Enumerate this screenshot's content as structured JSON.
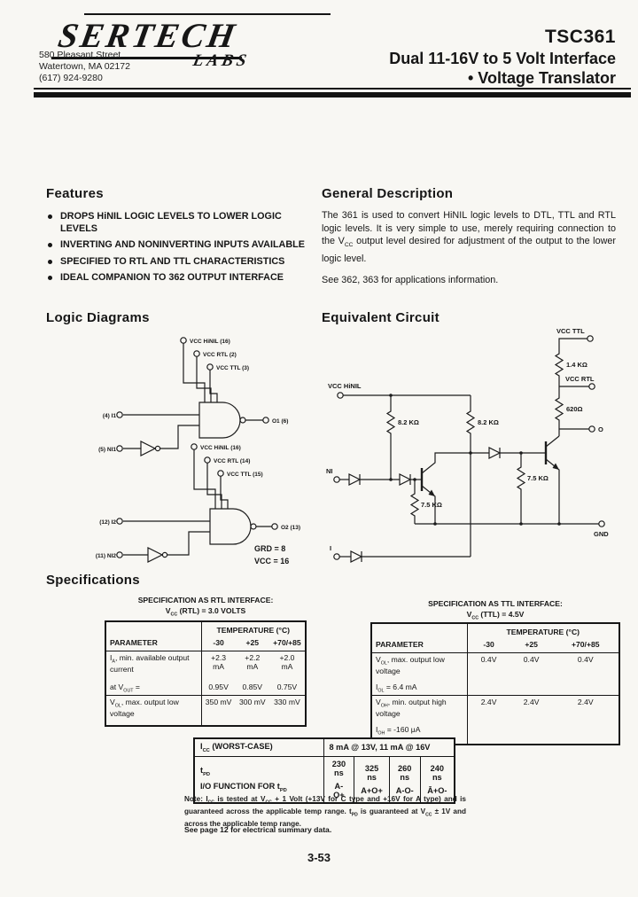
{
  "header": {
    "logo_text": "SERTECH",
    "logo_sub": "LABS",
    "address_line1": "580 Pleasant Street",
    "address_line2": "Watertown, MA  02172",
    "address_line3": "(617) 924-9280",
    "part_number": "TSC361",
    "title_line1": "Dual 11-16V to 5 Volt Interface",
    "title_line2": "• Voltage Translator"
  },
  "features": {
    "heading": "Features",
    "items": [
      "DROPS HiNIL LOGIC LEVELS TO LOWER LOGIC LEVELS",
      "INVERTING AND NONINVERTING INPUTS AVAILABLE",
      "SPECIFIED TO RTL AND TTL CHARACTERISTICS",
      "IDEAL COMPANION TO 362 OUTPUT INTERFACE"
    ]
  },
  "general_description": {
    "heading": "General Description",
    "p1a": "The 361 is used to convert HiNIL logic levels to DTL, TTL and RTL logic levels. It is very simple to use, merely requiring connection to the V",
    "p1sub": "CC",
    "p1b": " output level desired for adjustment of the output to the lower logic level.",
    "para2": "See 362, 363 for applications information."
  },
  "logic_diagrams": {
    "heading": "Logic Diagrams",
    "gate1": {
      "vcc1": "VCC HiNIL (16)",
      "vcc2": "VCC RTL (2)",
      "vcc3": "VCC TTL (3)",
      "in1": "(4) I1",
      "in2": "(5) NI1",
      "out": "O1 (6)"
    },
    "gate2": {
      "vcc1": "VCC HiNIL (16)",
      "vcc2": "VCC RTL (14)",
      "vcc3": "VCC TTL (15)",
      "in1": "(12) I2",
      "in2": "(11) NI2",
      "out": "O2 (13)"
    },
    "note1": "GRD = 8",
    "note2": "VCC = 16"
  },
  "equivalent_circuit": {
    "heading": "Equivalent Circuit",
    "labels": {
      "vcc_ttl": "VCC TTL",
      "r1": "1.4 KΩ",
      "vcc_rtl": "VCC RTL",
      "r2": "620Ω",
      "out": "O",
      "vcc_hinil": "VCC HiNIL",
      "r3": "8.2 KΩ",
      "r4": "8.2 KΩ",
      "ni": "NI",
      "r5": "7.5 KΩ",
      "r6": "7.5 KΩ",
      "gnd": "GND",
      "i": "I"
    }
  },
  "specifications": {
    "heading": "Specifications",
    "rtl_table": {
      "caption1": "SPECIFICATION AS RTL INTERFACE:",
      "caption2_pre": "V",
      "caption2_sub": "CC",
      "caption2_post": " (RTL) = 3.0 VOLTS",
      "temp_header": "TEMPERATURE (°C)",
      "param_header": "PARAMETER",
      "temp_cols": [
        "-30",
        "+25",
        "+70/+85"
      ],
      "row1": {
        "pre": "I",
        "sub": "A",
        "post": ", min. available output current",
        "v": [
          "+2.3 mA",
          "+2.2 mA",
          "+2.0 mA"
        ]
      },
      "row2": {
        "pre": "at V",
        "sub": "OUT",
        "post": " =",
        "v": [
          "0.95V",
          "0.85V",
          "0.75V"
        ]
      },
      "row3": {
        "pre": "V",
        "sub": "OL",
        "post": ", max. output low voltage",
        "v": [
          "350 mV",
          "300 mV",
          "330 mV"
        ]
      }
    },
    "ttl_table": {
      "caption1": "SPECIFICATION AS TTL INTERFACE:",
      "caption2_pre": "V",
      "caption2_sub": "CC",
      "caption2_post": " (TTL) = 4.5V",
      "temp_header": "TEMPERATURE (°C)",
      "param_header": "PARAMETER",
      "temp_cols": [
        "-30",
        "+25",
        "+70/+85"
      ],
      "row1": {
        "pre": "V",
        "sub": "OL",
        "post": ", max. output low voltage",
        "sub2_pre": "I",
        "sub2_sub": "OL",
        "sub2_post": " = 6.4 mA",
        "v": [
          "0.4V",
          "0.4V",
          "0.4V"
        ]
      },
      "row2": {
        "pre": "V",
        "sub": "OH",
        "post": ", min. output high voltage",
        "sub2_pre": "I",
        "sub2_sub": "OH",
        "sub2_post": " = -160 μA",
        "v": [
          "2.4V",
          "2.4V",
          "2.4V"
        ]
      }
    },
    "timing_table": {
      "icc_pre": "I",
      "icc_sub": "CC",
      "icc_post": " (WORST-CASE)",
      "icc_value": "8 mA @ 13V, 11 mA @ 16V",
      "tpd_pre": "t",
      "tpd_sub": "PD",
      "io_pre": "I/O FUNCTION FOR t",
      "io_sub": "PD",
      "tpd_values": [
        "230 ns",
        "325 ns",
        "260 ns",
        "240 ns"
      ],
      "io_values": [
        "A-O+",
        "A+O+",
        "A-O-",
        "Ā+O-"
      ]
    },
    "note": {
      "n1": "Note: I",
      "s1": "CC",
      "n2": " is tested at V",
      "s2": "CC",
      "n3": " + 1 Volt (+13V for C type and +16V for A type) and is guaranteed across the applicable temp range. t",
      "s3": "PD",
      "n4": " is guaranteed at V",
      "s4": "CC",
      "n5": " ± 1V and across the applicable temp range."
    },
    "see_page": "See page 12 for electrical summary data."
  },
  "footer": {
    "page_number": "3-53"
  }
}
